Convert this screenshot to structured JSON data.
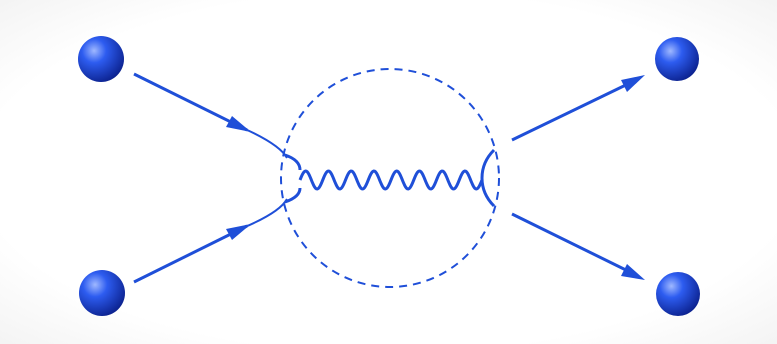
{
  "diagram": {
    "kind": "particle-scattering",
    "particle_count": 4,
    "incoming_count": 2,
    "outgoing_count": 2,
    "interaction": "wavy-exchange-line",
    "interaction_region": "dashed-circle"
  },
  "colors": {
    "background": "#ffffff",
    "background_edge": "#f1f1f1",
    "line": "#1f4fd8",
    "particle_highlight": "#9fb8ff",
    "particle_mid": "#2d5cf0",
    "particle_shadow": "#0a1f8a"
  },
  "icons": {
    "particle": "sphere-icon",
    "arrow": "arrowhead-icon"
  }
}
